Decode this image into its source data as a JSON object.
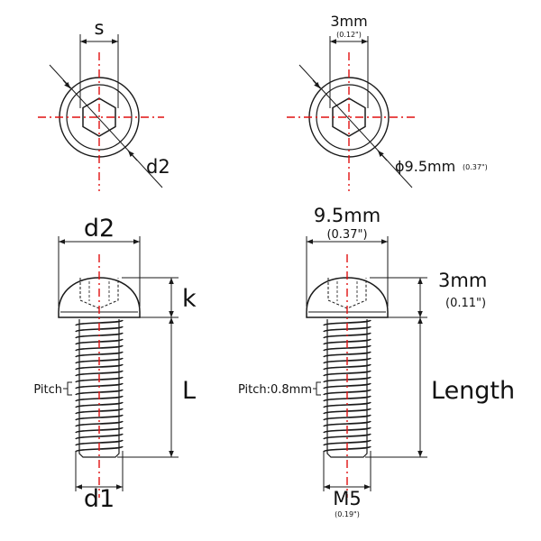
{
  "left": {
    "top_view": {
      "width_label": "s",
      "diameter_label": "d2"
    },
    "side_view": {
      "head_diameter_label": "d2",
      "head_height_label": "k",
      "length_label": "L",
      "pitch_label": "Pitch",
      "thread_diameter_label": "d1"
    }
  },
  "right": {
    "top_view": {
      "hex_label": "3mm",
      "hex_label_in": "(0.12\")",
      "diameter_label": "ϕ9.5mm",
      "diameter_label_in": "(0.37\")"
    },
    "side_view": {
      "head_diameter_label": "9.5mm",
      "head_diameter_label_in": "(0.37\")",
      "head_height_label": "3mm",
      "head_height_label_in": "(0.11\")",
      "length_label": "Length",
      "pitch_label": "Pitch:0.8mm",
      "thread_label": "M5",
      "thread_label_in": "(0.19\")"
    }
  },
  "colors": {
    "ink": "#1a1a1a",
    "center_line": "#e01010"
  }
}
